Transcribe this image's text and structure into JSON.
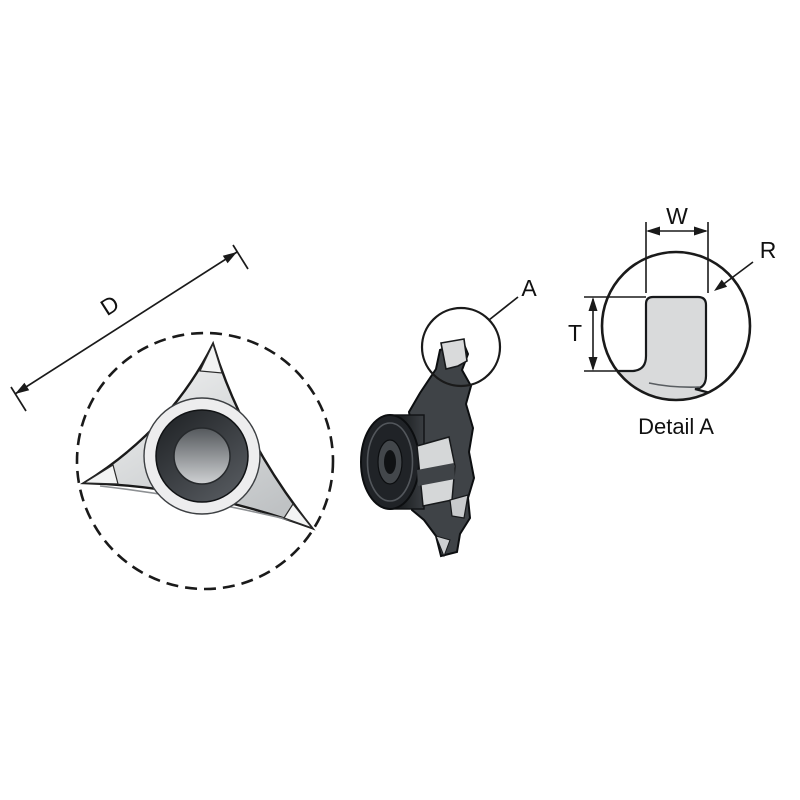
{
  "diagram": {
    "description": "Technical drawing of a triangular grooving insert: front view with diameter dimension, side profile view with detail callout, and enlarged Detail A of cutting tooth",
    "labels": {
      "diameter": "D",
      "detail_callout": "A",
      "thickness": "T",
      "width": "W",
      "radius": "R",
      "detail_caption": "Detail A"
    },
    "colors": {
      "line": "#1a1a1a",
      "insert_light": "#d9dadb",
      "insert_dark": "#3f4347",
      "background": "#ffffff"
    }
  }
}
